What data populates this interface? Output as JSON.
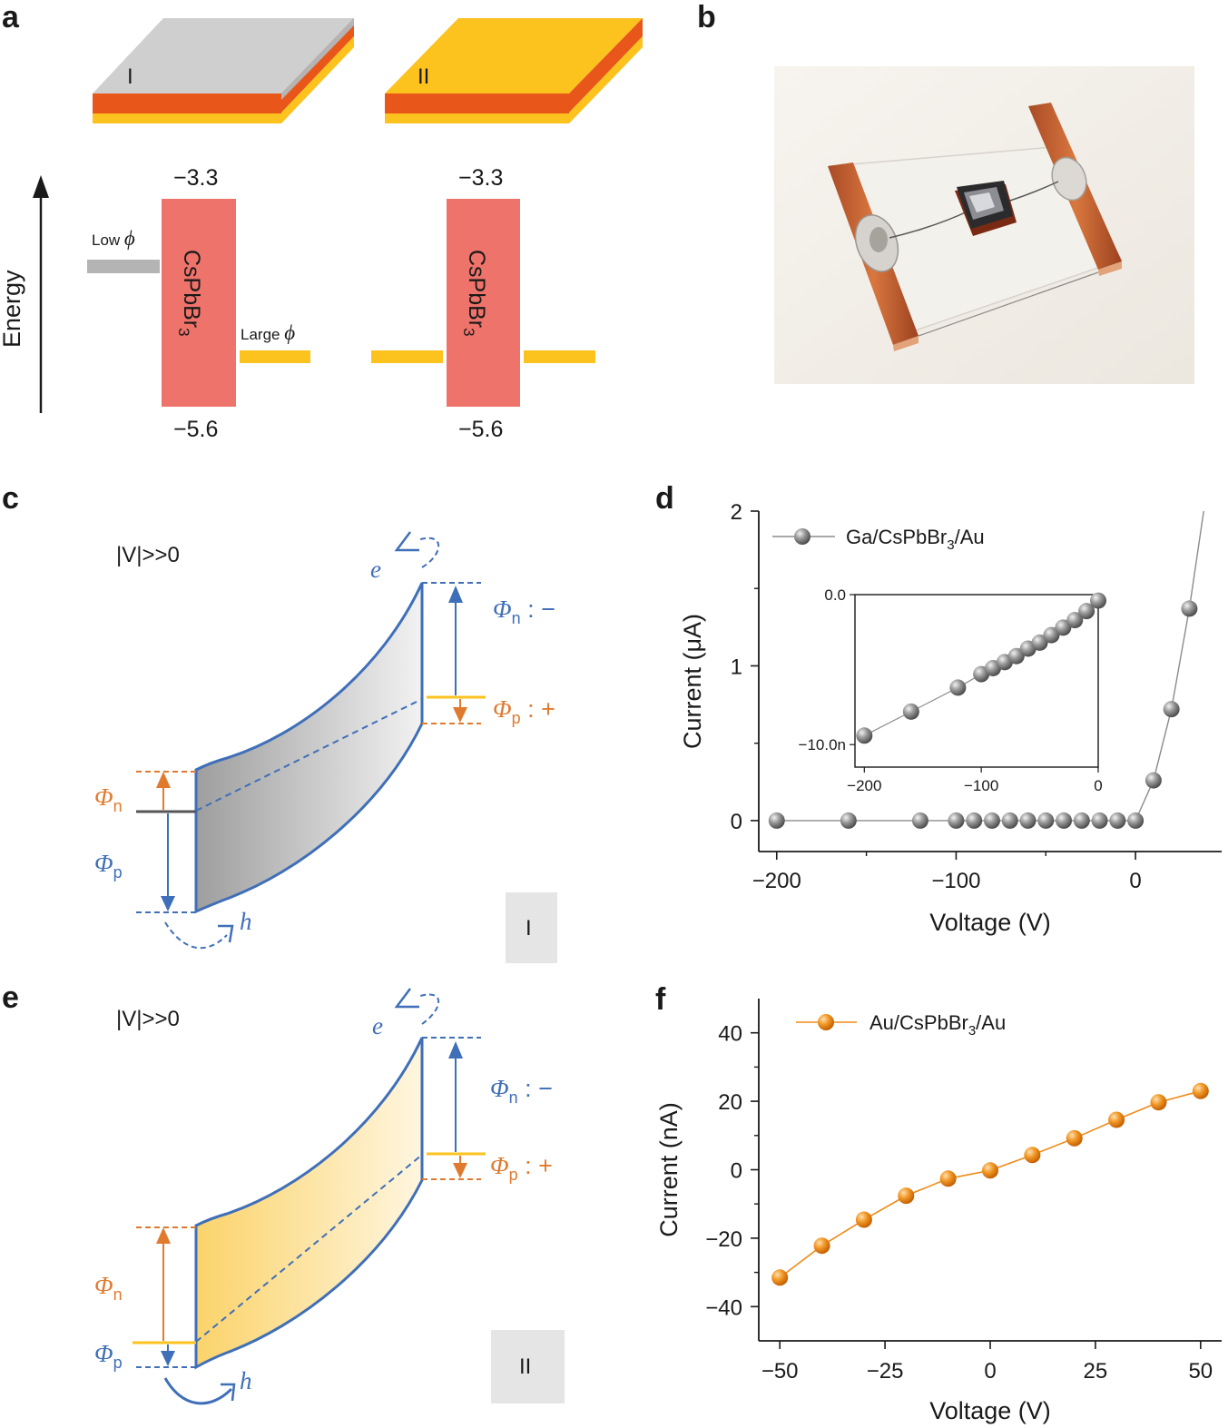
{
  "panels": {
    "a": {
      "label": "a",
      "device_I_label": "I",
      "device_II_label": "II",
      "energy_axis": "Energy",
      "cb_left": "−3.3",
      "vb_left": "−5.6",
      "cb_right": "−3.3",
      "vb_right": "−5.6",
      "material_main": "CsPbBr",
      "material_sub": "3",
      "low_phi_text": "Low ",
      "large_phi_text": "Large ",
      "phi_symbol": "ϕ",
      "colors": {
        "cspbbr3": "#ee736a",
        "gallium": "#b4b4b4",
        "gold": "#fcc21e",
        "orange_layer": "#e8561a"
      }
    },
    "b": {
      "label": "b",
      "image": "photograph of device: copper electrode strips on glass substrate with CsPbBr3 crystal"
    },
    "c": {
      "label": "c",
      "bias": "|V|>>0",
      "electron": "e",
      "hole": "h",
      "phi_symbol": "Φ",
      "phi_n_sub": "n",
      "phi_p_sub": "p",
      "sign_minus": " : −",
      "sign_plus": " : +",
      "device_tag": "I"
    },
    "e": {
      "label": "e",
      "bias": "|V|>>0",
      "electron": "e",
      "hole": "h",
      "phi_symbol": "Φ",
      "phi_n_sub": "n",
      "phi_p_sub": "p",
      "sign_minus": " : −",
      "sign_plus": " : +",
      "device_tag": "II"
    },
    "d": {
      "label": "d"
    },
    "f": {
      "label": "f"
    }
  },
  "chart_data": [
    {
      "panel": "d",
      "type": "scatter",
      "xlabel": "Voltage (V)",
      "ylabel": "Current (μA)",
      "legend_main": "Ga/CsPbBr",
      "legend_sub": "3",
      "legend_tail": "/Au",
      "legend_position": "top-left",
      "xlim": [
        -210,
        48
      ],
      "ylim": [
        -0.2,
        2.0
      ],
      "xticks": [
        {
          "v": -200,
          "label": "−200"
        },
        {
          "v": -100,
          "label": "−100"
        },
        {
          "v": 0,
          "label": "0"
        }
      ],
      "yticks": [
        {
          "v": 0,
          "label": "0"
        },
        {
          "v": 1,
          "label": "1"
        },
        {
          "v": 2,
          "label": "2"
        }
      ],
      "color": "#8c8c8c",
      "x": [
        -200,
        -160,
        -120,
        -100,
        -90,
        -80,
        -70,
        -60,
        -50,
        -40,
        -30,
        -20,
        -10,
        0,
        10,
        20,
        30
      ],
      "y": [
        0,
        0,
        0,
        0,
        0,
        0,
        0,
        0,
        0,
        0,
        0,
        0,
        0,
        0,
        0.26,
        0.72,
        1.37
      ],
      "curve_end": {
        "x": 38,
        "y": 2.0
      },
      "inset": {
        "xlim": [
          -208,
          0
        ],
        "ylim": [
          -0.0115,
          0
        ],
        "xticks": [
          {
            "v": -200,
            "label": "−200"
          },
          {
            "v": -100,
            "label": "−100"
          },
          {
            "v": 0,
            "label": "0"
          }
        ],
        "yticks": [
          {
            "v": 0,
            "label": "0.0"
          },
          {
            "v": -0.01,
            "label": "−10.0n"
          }
        ],
        "x": [
          -200,
          -160,
          -120,
          -100,
          -90,
          -80,
          -70,
          -60,
          -50,
          -40,
          -30,
          -20,
          -10,
          0
        ],
        "y": [
          -0.0094,
          -0.0078,
          -0.0062,
          -0.0053,
          -0.0049,
          -0.0045,
          -0.0041,
          -0.0036,
          -0.0032,
          -0.0027,
          -0.0022,
          -0.0017,
          -0.0011,
          -0.0004
        ]
      }
    },
    {
      "panel": "f",
      "type": "line",
      "xlabel": "Voltage (V)",
      "ylabel": "Current (nA)",
      "legend_main": "Au/CsPbBr",
      "legend_sub": "3",
      "legend_tail": "/Au",
      "legend_position": "top-left",
      "xlim": [
        -55,
        55
      ],
      "ylim": [
        -50,
        50
      ],
      "xticks": [
        {
          "v": -50,
          "label": "−50"
        },
        {
          "v": -25,
          "label": "−25"
        },
        {
          "v": 0,
          "label": "0"
        },
        {
          "v": 25,
          "label": "25"
        },
        {
          "v": 50,
          "label": "50"
        }
      ],
      "yticks": [
        {
          "v": -40,
          "label": "−40"
        },
        {
          "v": -20,
          "label": "−20"
        },
        {
          "v": 0,
          "label": "0"
        },
        {
          "v": 20,
          "label": "20"
        },
        {
          "v": 40,
          "label": "40"
        }
      ],
      "color": "#f08a17",
      "x": [
        -50,
        -40,
        -30,
        -20,
        -10,
        0,
        10,
        20,
        30,
        40,
        50
      ],
      "y": [
        -31.5,
        -22.2,
        -14.6,
        -7.6,
        -2.6,
        -0.2,
        4.3,
        9.2,
        14.6,
        19.7,
        23.0
      ]
    }
  ]
}
